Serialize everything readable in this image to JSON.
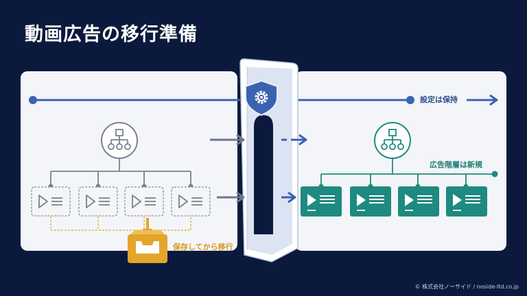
{
  "title": "動画広告の移行準備",
  "labels": {
    "settings_kept": "設定は保持",
    "hierarchy_new": "広告階層は新規",
    "save_then_migrate": "保存してから移行"
  },
  "footer": {
    "copyright": "© 株式会社ノーサイド / noside-ltd.co.jp"
  },
  "icons": [
    "shield-gear-icon",
    "hierarchy-icon",
    "video-ad-icon",
    "archive-box-icon",
    "arrow-right-icon"
  ],
  "colors": {
    "background": "#0b1a3c",
    "panel": "#f3f5f9",
    "accent_blue": "#3b62b0",
    "teal": "#1e8a80",
    "gold": "#e3a52a",
    "gray": "#7c8190"
  }
}
